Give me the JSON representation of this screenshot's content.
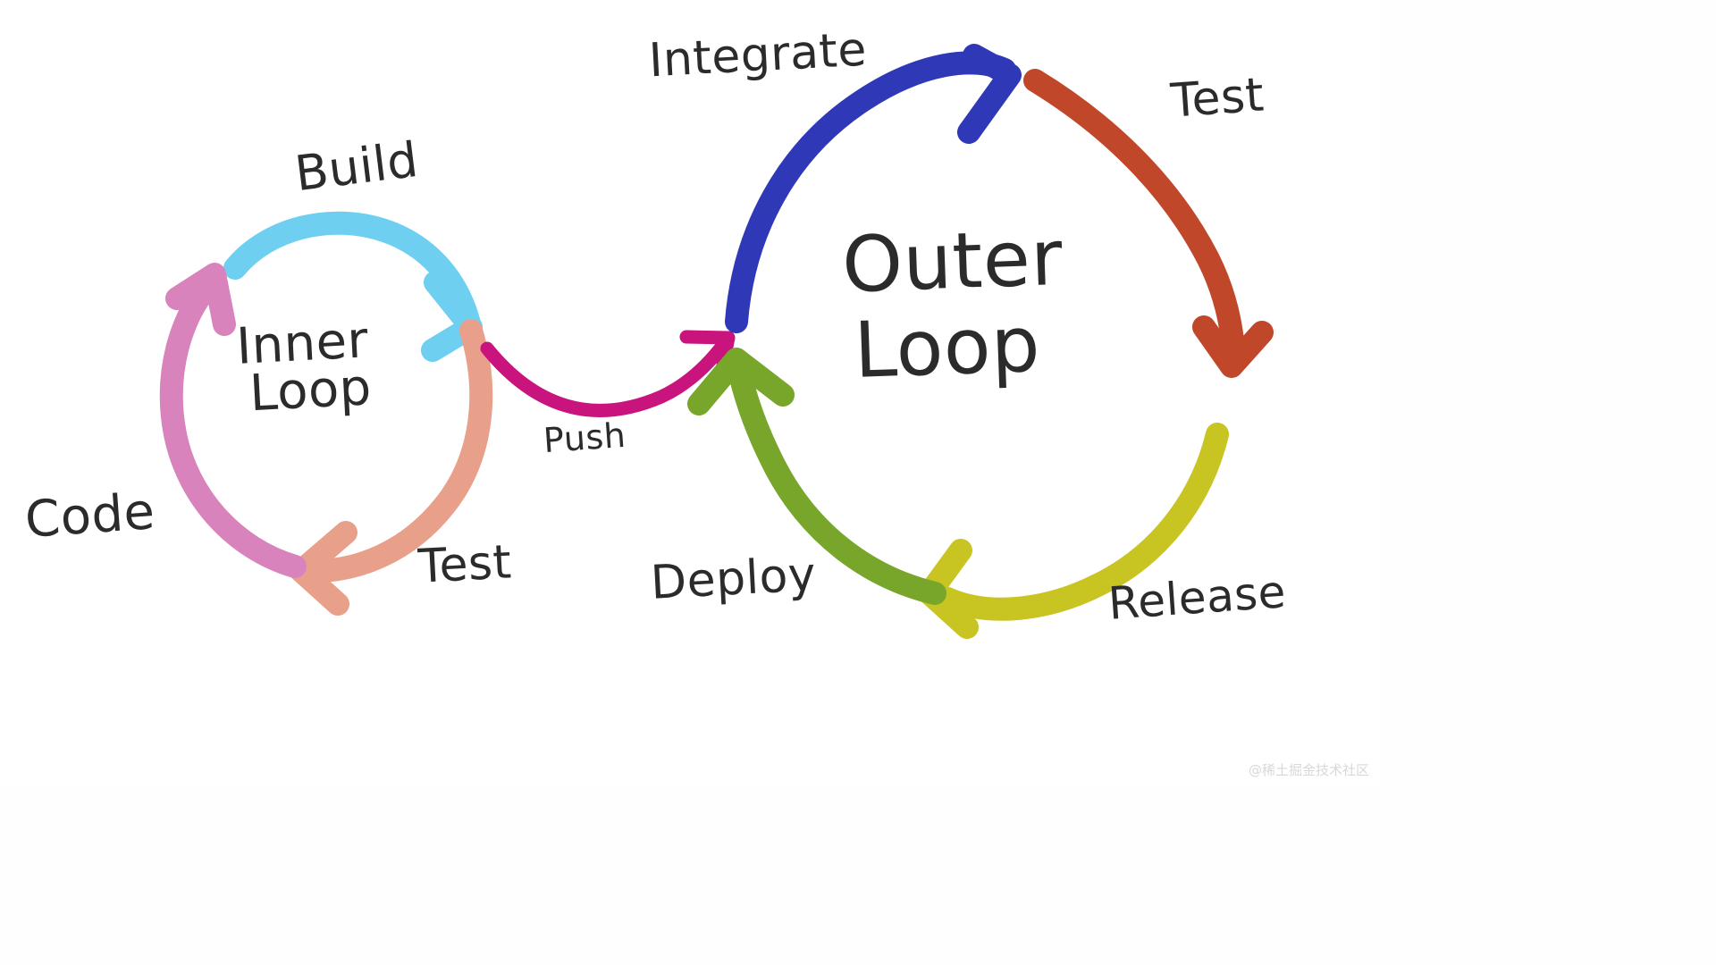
{
  "diagram": {
    "title_inner": "Inner Loop",
    "title_outer": "Outer Loop",
    "inner_loop_line1": "Inner",
    "inner_loop_line2": "Loop",
    "outer_loop_line1": "Outer",
    "outer_loop_line2": "Loop",
    "background_color": "#ffffff",
    "ink_color": "#2b2b2b"
  },
  "inner_loop": {
    "stages": [
      {
        "label": "Build",
        "color": "#6ecff0"
      },
      {
        "label": "Test",
        "color": "#e8a08a"
      },
      {
        "label": "Code",
        "color": "#d983bd"
      }
    ]
  },
  "connector": {
    "label": "Push",
    "color": "#c9137d"
  },
  "outer_loop": {
    "stages": [
      {
        "label": "Integrate",
        "color": "#2f39b8"
      },
      {
        "label": "Test",
        "color": "#c0472a"
      },
      {
        "label": "Release",
        "color": "#c8c422"
      },
      {
        "label": "Deploy",
        "color": "#77a62b"
      }
    ]
  },
  "watermark": "@稀土掘金技术社区"
}
